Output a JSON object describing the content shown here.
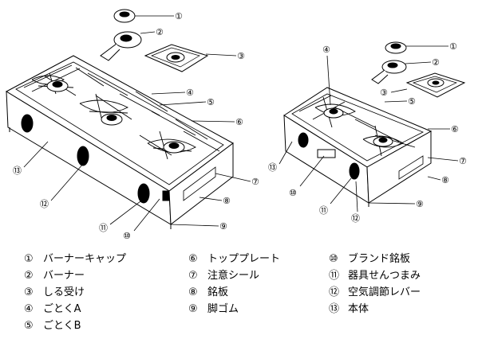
{
  "callouts": [
    "①",
    "②",
    "③",
    "④",
    "⑤",
    "⑥",
    "⑦",
    "⑧",
    "⑨",
    "⑩",
    "⑪",
    "⑫",
    "⑬"
  ],
  "legend": {
    "col1": [
      {
        "num": "①",
        "label": "バーナーキャップ"
      },
      {
        "num": "②",
        "label": "バーナー"
      },
      {
        "num": "③",
        "label": "しる受け"
      },
      {
        "num": "④",
        "label": "ごとくA"
      },
      {
        "num": "⑤",
        "label": "ごとくB"
      }
    ],
    "col2": [
      {
        "num": "⑥",
        "label": "トッププレート"
      },
      {
        "num": "⑦",
        "label": "注意シール"
      },
      {
        "num": "⑧",
        "label": "銘板"
      },
      {
        "num": "⑨",
        "label": "脚ゴム"
      }
    ],
    "col3": [
      {
        "num": "⑩",
        "label": "ブランド銘板"
      },
      {
        "num": "⑪",
        "label": "器具せんつまみ"
      },
      {
        "num": "⑫",
        "label": "空気調節レバー"
      },
      {
        "num": "⑬",
        "label": "本体"
      }
    ]
  }
}
